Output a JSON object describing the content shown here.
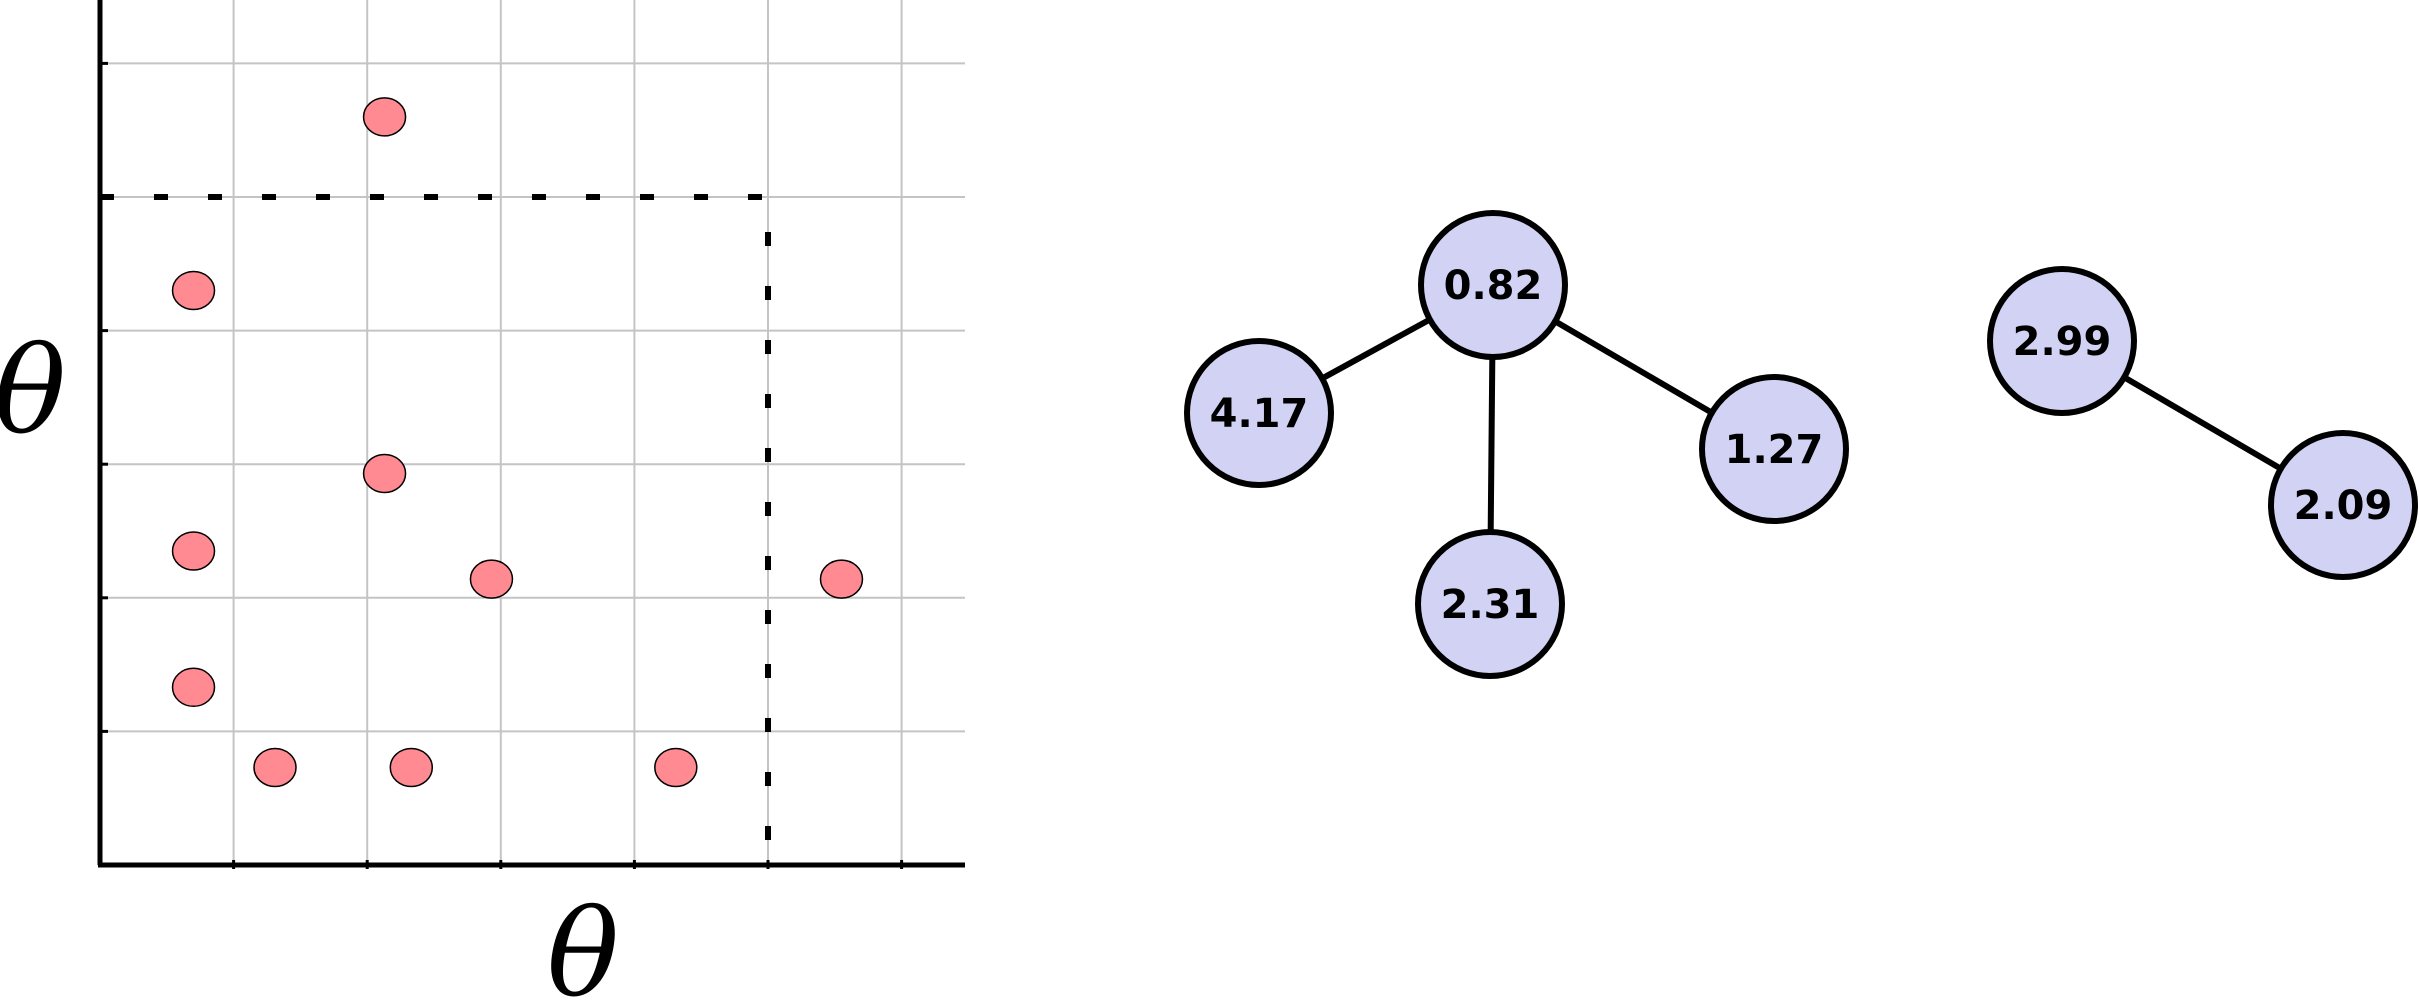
{
  "scatter": {
    "x_axis_label": "θ",
    "y_axis_label": "θ",
    "grid": true,
    "point_color": "#ff8a92",
    "x_range": [
      0,
      6.5
    ],
    "y_range": [
      0,
      6.5
    ],
    "grid_step": 1,
    "points": [
      {
        "x": 0.7,
        "y": 4.3
      },
      {
        "x": 2.13,
        "y": 5.6
      },
      {
        "x": 2.13,
        "y": 2.93
      },
      {
        "x": 0.7,
        "y": 2.35
      },
      {
        "x": 2.93,
        "y": 2.14
      },
      {
        "x": 0.7,
        "y": 1.33
      },
      {
        "x": 1.31,
        "y": 0.73
      },
      {
        "x": 2.33,
        "y": 0.73
      },
      {
        "x": 4.31,
        "y": 0.73
      },
      {
        "x": 5.55,
        "y": 2.14
      }
    ],
    "threshold": {
      "x": 5,
      "y": 5
    }
  },
  "graph": {
    "node_fill": "#d2d2f5",
    "nodes": [
      {
        "id": "n1",
        "label": "0.82"
      },
      {
        "id": "n2",
        "label": "4.17"
      },
      {
        "id": "n3",
        "label": "1.27"
      },
      {
        "id": "n4",
        "label": "2.31"
      },
      {
        "id": "n5",
        "label": "2.99"
      },
      {
        "id": "n6",
        "label": "2.09"
      }
    ],
    "edges": [
      [
        "n1",
        "n2"
      ],
      [
        "n1",
        "n3"
      ],
      [
        "n1",
        "n4"
      ],
      [
        "n5",
        "n6"
      ]
    ]
  }
}
